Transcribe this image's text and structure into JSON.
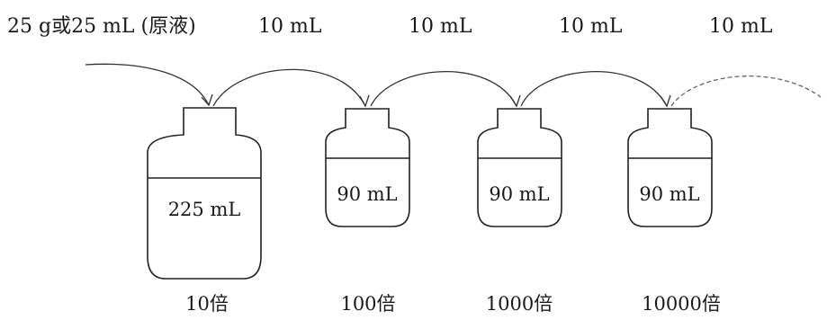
{
  "transfers": {
    "source": "25 g或25 mL (原液)",
    "t1": "10 mL",
    "t2": "10 mL",
    "t3": "10 mL",
    "t4": "10 mL"
  },
  "bottles": [
    {
      "volume": "225 mL",
      "dilution": "10倍"
    },
    {
      "volume": "90 mL",
      "dilution": "100倍"
    },
    {
      "volume": "90 mL",
      "dilution": "1000倍"
    },
    {
      "volume": "90 mL",
      "dilution": "10000倍"
    }
  ]
}
